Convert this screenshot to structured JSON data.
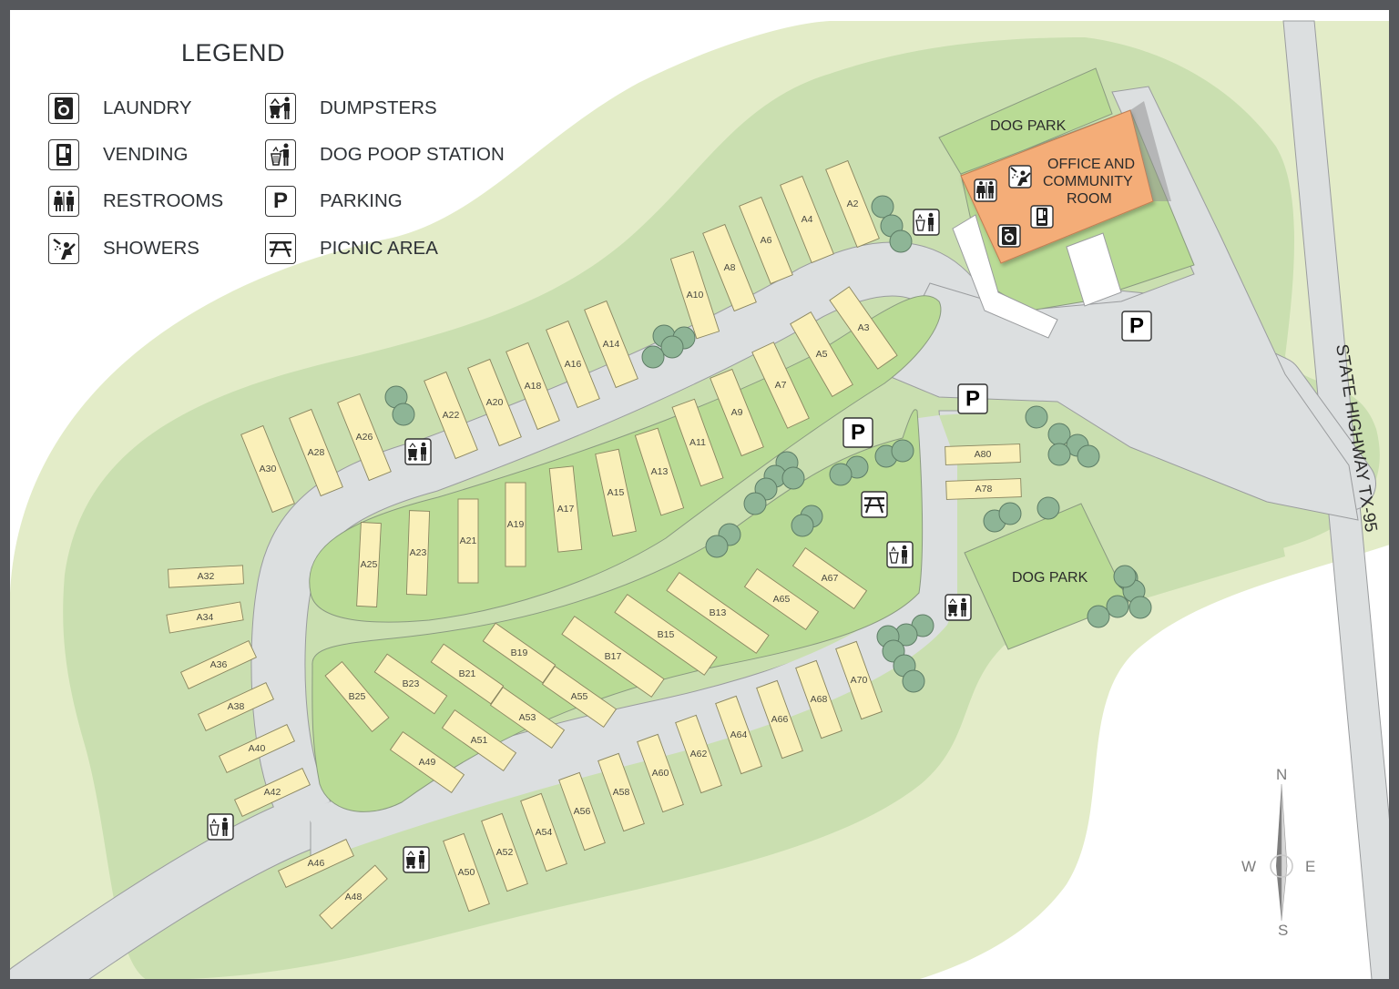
{
  "legend": {
    "title": "LEGEND",
    "items": [
      {
        "label": "LAUNDRY",
        "icon": "laundry-icon"
      },
      {
        "label": "VENDING",
        "icon": "vending-icon"
      },
      {
        "label": "RESTROOMS",
        "icon": "restrooms-icon"
      },
      {
        "label": "SHOWERS",
        "icon": "showers-icon"
      },
      {
        "label": "DUMPSTERS",
        "icon": "dumpster-icon"
      },
      {
        "label": "DOG POOP STATION",
        "icon": "dog-poop-station-icon"
      },
      {
        "label": "PARKING",
        "icon": "parking-icon"
      },
      {
        "label": "PICNIC AREA",
        "icon": "picnic-icon"
      }
    ]
  },
  "labels": {
    "dog_park_north": "DOG PARK",
    "dog_park_east": "DOG PARK",
    "office_lines": [
      "OFFICE AND",
      "COMMUNITY",
      "ROOM"
    ],
    "highway": "STATE HIGHWAY TX-95",
    "parking_symbol": "P"
  },
  "compass": {
    "n": "N",
    "s": "S",
    "e": "E",
    "w": "W"
  },
  "sites": [
    "A2",
    "A3",
    "A4",
    "A5",
    "A6",
    "A7",
    "A8",
    "A9",
    "A10",
    "A11",
    "A13",
    "A14",
    "A15",
    "A16",
    "A17",
    "A18",
    "A19",
    "A20",
    "A21",
    "A22",
    "A23",
    "A25",
    "A26",
    "A28",
    "A30",
    "A32",
    "A34",
    "A36",
    "A38",
    "A40",
    "A42",
    "A46",
    "A48",
    "A49",
    "A50",
    "A51",
    "A52",
    "A53",
    "A54",
    "A55",
    "A56",
    "A58",
    "A60",
    "A62",
    "A64",
    "A65",
    "A66",
    "A67",
    "A68",
    "A70",
    "A78",
    "A80",
    "B13",
    "B15",
    "B17",
    "B19",
    "B21",
    "B23",
    "B25"
  ],
  "colors": {
    "outer_grass": "#e3ecc8",
    "inner_grass": "#cadfb0",
    "lawn": "#b9db95",
    "road": "#dcdfe0",
    "site_pad": "#faf0b9",
    "tree": "#8eb596",
    "office": "#f4ad78",
    "frame": "#56585c"
  }
}
